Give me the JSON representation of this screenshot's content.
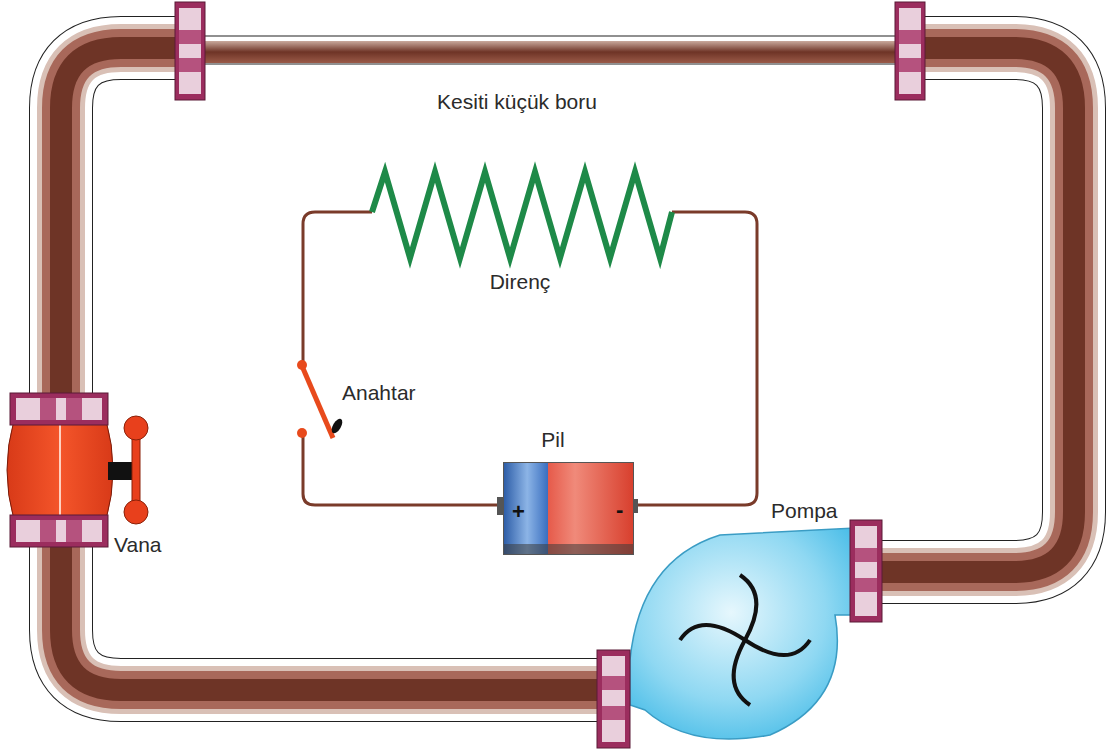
{
  "diagram": {
    "nodes": [
      {
        "text": [
          "+",
          "-"
        ]
      }
    ],
    "labels": [
      "Kesiti küçük boru",
      "Direnç",
      "Anahtar",
      "Pil",
      "Vana",
      "Pompa"
    ]
  }
}
